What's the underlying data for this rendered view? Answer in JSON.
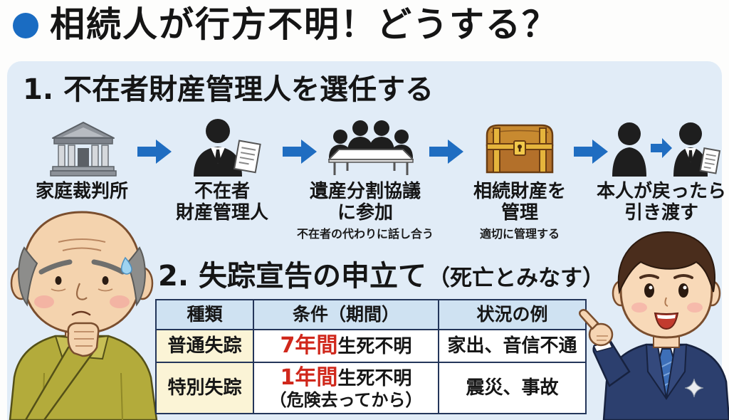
{
  "title": "相続人が行方不明！どうする？",
  "section1": {
    "heading": "1. 不在者財産管理人を選任する",
    "arrow_icon": "right-arrow-icon",
    "steps": [
      {
        "icon": "courthouse-icon",
        "lines": [
          "家庭裁判所"
        ]
      },
      {
        "icon": "manager-with-document-icon",
        "lines": [
          "不在者",
          "財産管理人"
        ]
      },
      {
        "icon": "meeting-table-icon",
        "lines": [
          "遺産分割協議",
          "に参加"
        ],
        "note": "不在者の代わりに話し合う"
      },
      {
        "icon": "treasure-chest-icon",
        "lines": [
          "相続財産を",
          "管理"
        ],
        "note": "適切に管理する"
      },
      {
        "icon": "handover-icon",
        "lines": [
          "本人が戻ったら",
          "引き渡す"
        ]
      }
    ]
  },
  "section2": {
    "heading": "2. 失踪宣告の申立て",
    "heading_note": "（死亡とみなす）",
    "table": {
      "headers": [
        "種類",
        "条件（期間）",
        "状況の例"
      ],
      "rows": [
        {
          "type": "普通失踪",
          "period_highlight": "7年間",
          "period_rest": "生死不明",
          "example": "家出、音信不通"
        },
        {
          "type": "特別失踪",
          "period_highlight": "1年間",
          "period_rest": "生死不明",
          "period_note": "（危険去ってから）",
          "example": "震災、事故"
        }
      ]
    }
  },
  "colors": {
    "accent_blue": "#1a6cc2",
    "panel_bg": "#e1ecf7",
    "table_header_bg": "#cfe2f2",
    "type_cell_bg": "#fbf4d6",
    "table_border": "#24365a",
    "highlight_red": "#d0281c"
  }
}
